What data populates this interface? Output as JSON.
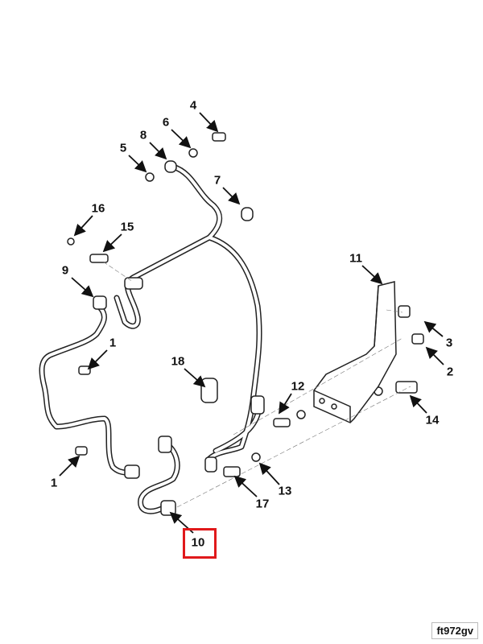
{
  "figure_id": "ft972gv",
  "highlight_color": "#e0191b",
  "highlighted_callout": "10",
  "callouts": [
    {
      "label": "4"
    },
    {
      "label": "6"
    },
    {
      "label": "8"
    },
    {
      "label": "5"
    },
    {
      "label": "7"
    },
    {
      "label": "16"
    },
    {
      "label": "15"
    },
    {
      "label": "9"
    },
    {
      "label": "1"
    },
    {
      "label": "1"
    },
    {
      "label": "11"
    },
    {
      "label": "3"
    },
    {
      "label": "2"
    },
    {
      "label": "18"
    },
    {
      "label": "12"
    },
    {
      "label": "14"
    },
    {
      "label": "13"
    },
    {
      "label": "17"
    },
    {
      "label": "10"
    }
  ]
}
